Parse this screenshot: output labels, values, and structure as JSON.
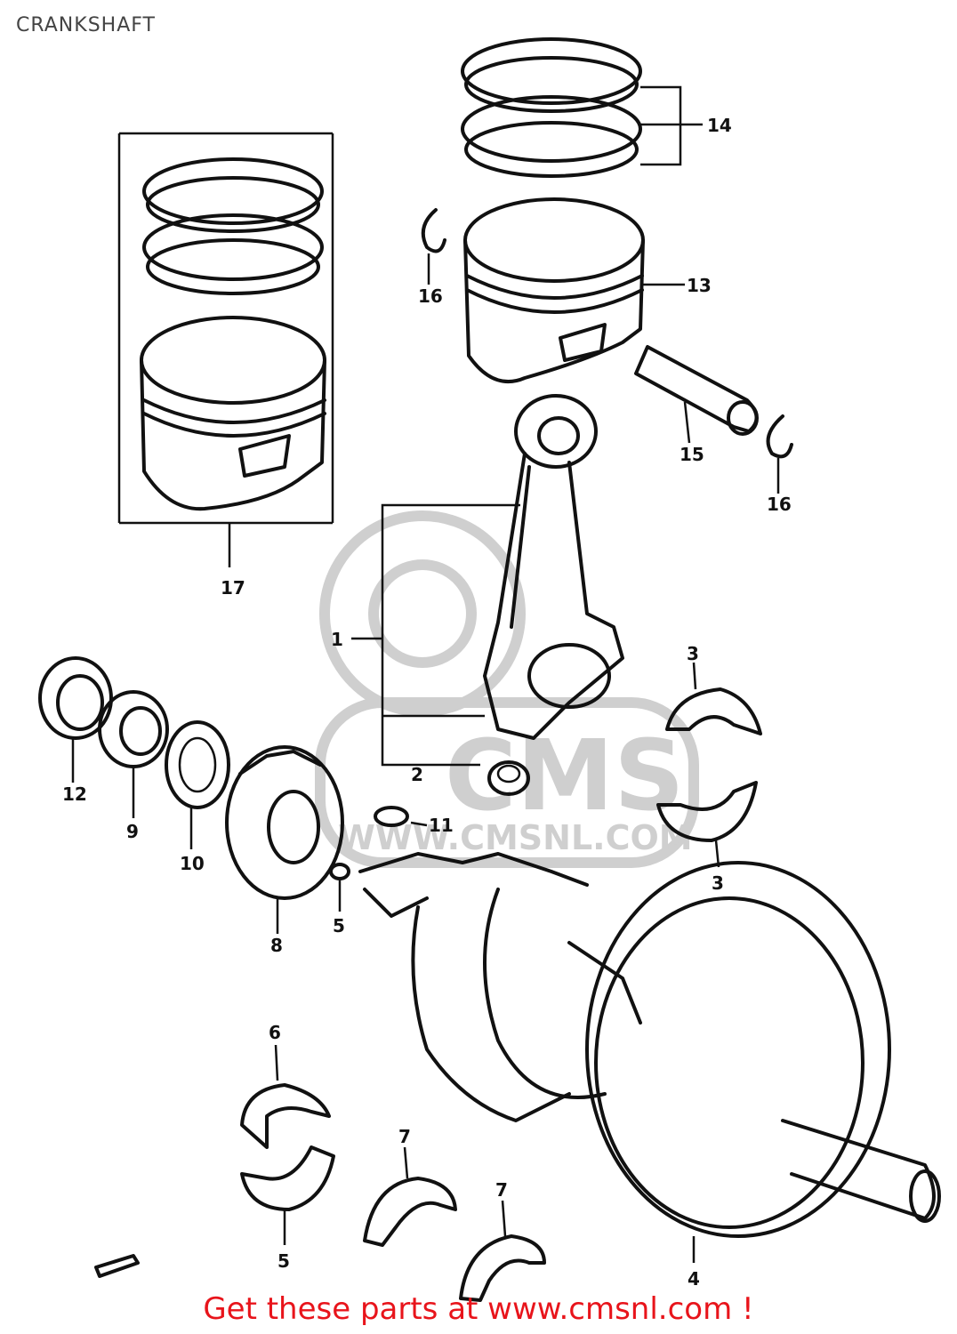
{
  "page": {
    "title": "CRANKSHAFT",
    "footer_link": "Get these parts at www.cmsnl.com !"
  },
  "watermark": {
    "brand": "CMS",
    "url": "WWW.CMSNL.COM"
  },
  "callouts": {
    "c1": "1",
    "c2": "2",
    "c3a": "3",
    "c3b": "3",
    "c4": "4",
    "c5a": "5",
    "c5b": "5",
    "c6": "6",
    "c7a": "7",
    "c7b": "7",
    "c8": "8",
    "c9": "9",
    "c10": "10",
    "c11": "11",
    "c12": "12",
    "c13": "13",
    "c14": "14",
    "c15": "15",
    "c16a": "16",
    "c16b": "16",
    "c17": "17"
  },
  "colors": {
    "footer": "#e8141b",
    "line_art": "#111111",
    "watermark": "#cfcfcf"
  }
}
